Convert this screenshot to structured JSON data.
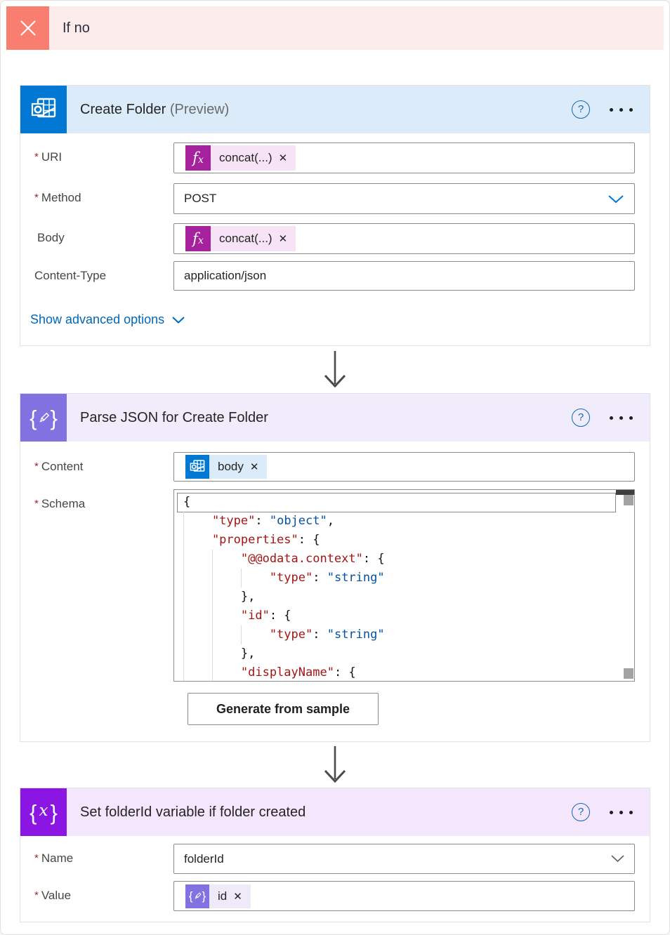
{
  "branch": {
    "title": "If no"
  },
  "icons": {
    "remove": "✕",
    "help": "?"
  },
  "colors": {
    "branch_accent": "#f87f70",
    "branch_bg": "#fdecec",
    "outlook_blue": "#0078d4",
    "outlook_header_bg": "#dcebf9",
    "expression_magenta": "#a5219d",
    "expression_pill_bg": "#f6e4f6",
    "parse_json_purple": "#8272e1",
    "parse_json_header_bg": "#f0ecfb",
    "variable_purple": "#8b15e2",
    "variable_header_bg": "#f4e6fc",
    "link_blue": "#0067b8",
    "json_key_color": "#a31515",
    "json_value_color": "#0451a5"
  },
  "create_folder": {
    "title": "Create Folder",
    "suffix": "(Preview)",
    "uri_req": "*",
    "uri_label": "URI",
    "uri_token": "concat(...)",
    "method_req": "*",
    "method_label": "Method",
    "method_value": "POST",
    "body_label": "Body",
    "body_token": "concat(...)",
    "ct_label": "Content-Type",
    "ct_value": "application/json",
    "advanced_link": "Show advanced options"
  },
  "parse_json": {
    "title": "Parse JSON for Create Folder",
    "content_req": "*",
    "content_label": "Content",
    "content_token": "body",
    "schema_req": "*",
    "schema_label": "Schema",
    "generate_button": "Generate from sample",
    "schema_lines": [
      [
        [
          "p",
          "{"
        ]
      ],
      [
        [
          "i",
          "    "
        ],
        [
          "k",
          "\"type\""
        ],
        [
          "p",
          ": "
        ],
        [
          "v",
          "\"object\""
        ],
        [
          "p",
          ","
        ]
      ],
      [
        [
          "i",
          "    "
        ],
        [
          "k",
          "\"properties\""
        ],
        [
          "p",
          ": {"
        ]
      ],
      [
        [
          "i",
          "        "
        ],
        [
          "k",
          "\"@@odata.context\""
        ],
        [
          "p",
          ": {"
        ]
      ],
      [
        [
          "i",
          "            "
        ],
        [
          "k",
          "\"type\""
        ],
        [
          "p",
          ": "
        ],
        [
          "v",
          "\"string\""
        ]
      ],
      [
        [
          "i",
          "        "
        ],
        [
          "p",
          "},"
        ]
      ],
      [
        [
          "i",
          "        "
        ],
        [
          "k",
          "\"id\""
        ],
        [
          "p",
          ": {"
        ]
      ],
      [
        [
          "i",
          "            "
        ],
        [
          "k",
          "\"type\""
        ],
        [
          "p",
          ": "
        ],
        [
          "v",
          "\"string\""
        ]
      ],
      [
        [
          "i",
          "        "
        ],
        [
          "p",
          "},"
        ]
      ],
      [
        [
          "i",
          "        "
        ],
        [
          "k",
          "\"displayName\""
        ],
        [
          "p",
          ": {"
        ]
      ]
    ]
  },
  "set_variable": {
    "title": "Set folderId variable if folder created",
    "name_req": "*",
    "name_label": "Name",
    "name_value": "folderId",
    "value_req": "*",
    "value_label": "Value",
    "value_token": "id"
  }
}
